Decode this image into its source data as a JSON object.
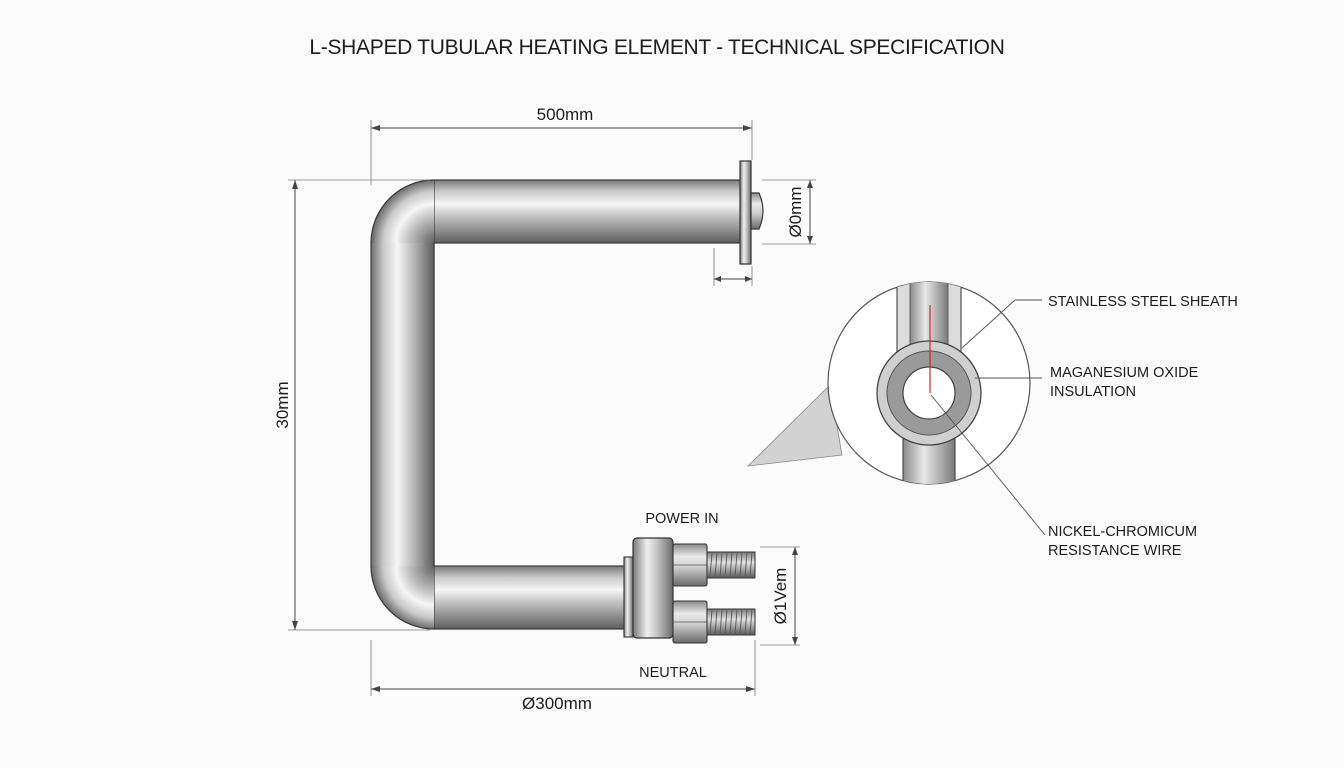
{
  "title": "L-SHAPED TUBULAR HEATING ELEMENT - TECHNICAL SPECIFICATION",
  "dimensions": {
    "top_length": "500mm",
    "height": "30mm",
    "bottom_length": "Ø300mm",
    "flange_diameter": "Ø0mm",
    "terminal_diameter": "Ø1Vem"
  },
  "terminals": {
    "power_in": "POWER IN",
    "neutral": "NEUTRAL"
  },
  "detail_callouts": {
    "sheath": "STAINLESS STEEL SHEATH",
    "insulation_line1": "MAGANESIUM OXIDE",
    "insulation_line2": "INSULATION",
    "wire_line1": "NICKEL-CHROMICUM",
    "wire_line2": "RESISTANCE WIRE"
  },
  "colors": {
    "steel_light": "#f2f2f2",
    "steel_mid": "#b9b9b9",
    "steel_dark": "#6a6a6a",
    "outline": "#3a3a3a",
    "wire_red": "#d62020"
  }
}
